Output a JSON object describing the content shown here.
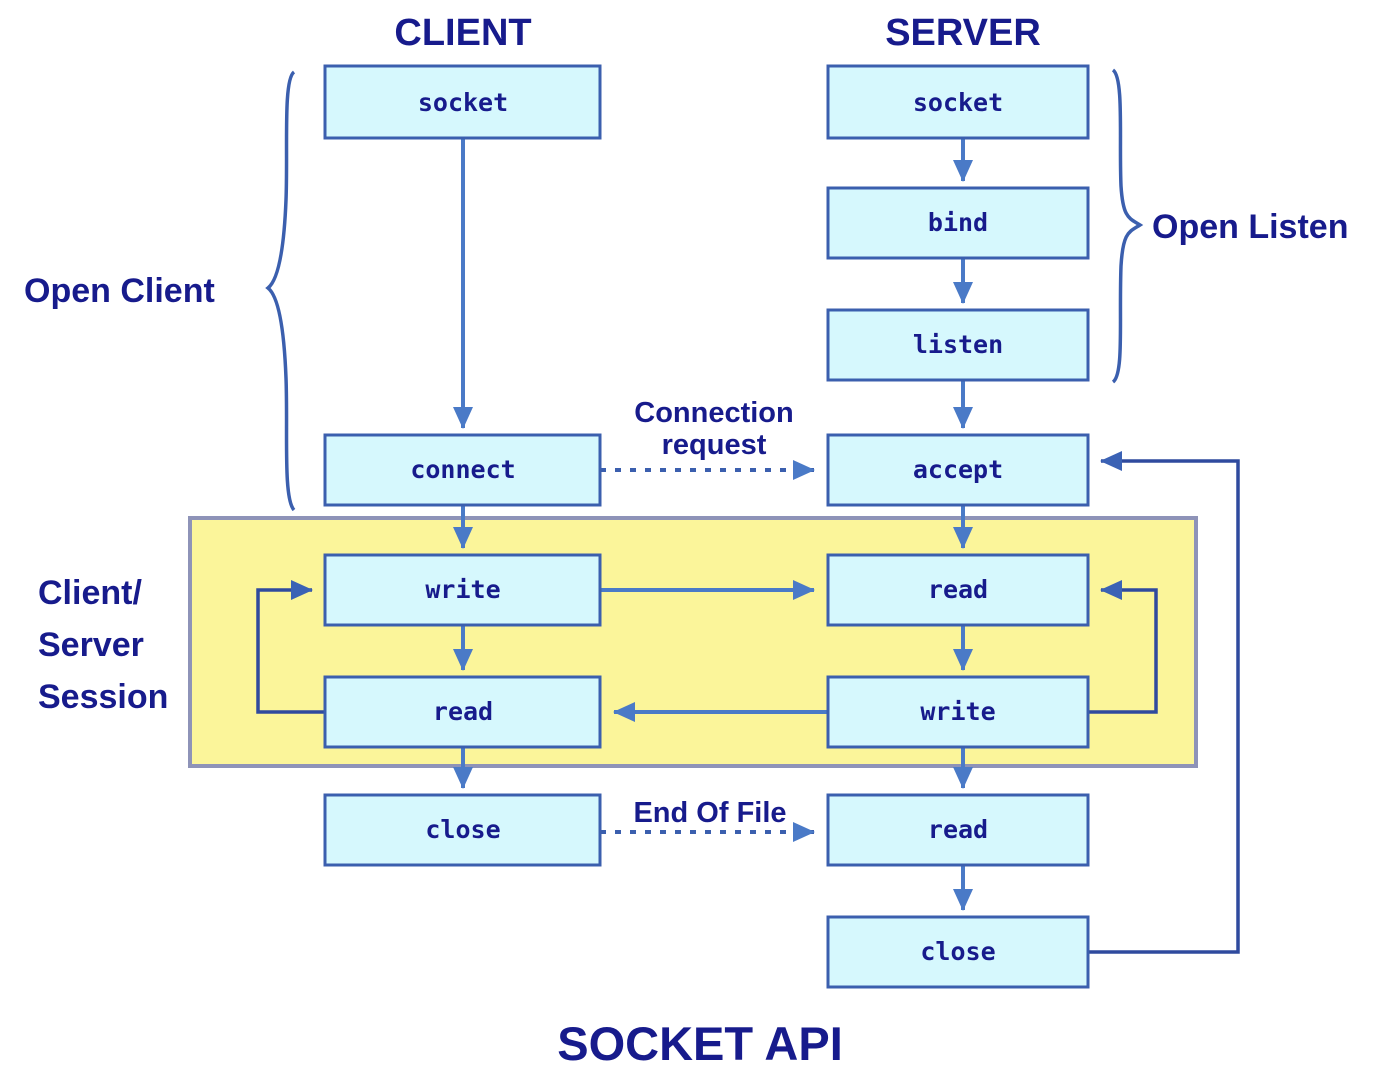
{
  "diagram": {
    "title": "SOCKET API",
    "columns": [
      {
        "id": "client",
        "label": "CLIENT"
      },
      {
        "id": "server",
        "label": "SERVER"
      }
    ],
    "colors": {
      "box_fill": "#d6f8fd",
      "box_stroke": "#3b5fae",
      "text": "#171b8c",
      "session_fill": "#fbf59a",
      "session_stroke": "#8e93b8",
      "arrow": "#4a7ac7",
      "background": "#ffffff"
    },
    "groups": [
      {
        "id": "open-client",
        "label": "Open Client",
        "side": "left",
        "members": [
          "client-socket",
          "client-connect"
        ]
      },
      {
        "id": "open-listen",
        "label": "Open Listen",
        "side": "right",
        "members": [
          "server-socket",
          "server-bind",
          "server-listen"
        ]
      },
      {
        "id": "session",
        "label": "Client/\nServer\nSession",
        "label_lines": [
          "Client/",
          "Server",
          "Session"
        ],
        "side": "left",
        "members": [
          "client-write",
          "client-read",
          "server-read",
          "server-write"
        ]
      }
    ],
    "nodes": [
      {
        "id": "client-socket",
        "label": "socket",
        "column": "client"
      },
      {
        "id": "client-connect",
        "label": "connect",
        "column": "client"
      },
      {
        "id": "client-write",
        "label": "write",
        "column": "client"
      },
      {
        "id": "client-read",
        "label": "read",
        "column": "client"
      },
      {
        "id": "client-close",
        "label": "close",
        "column": "client"
      },
      {
        "id": "server-socket",
        "label": "socket",
        "column": "server"
      },
      {
        "id": "server-bind",
        "label": "bind",
        "column": "server"
      },
      {
        "id": "server-listen",
        "label": "listen",
        "column": "server"
      },
      {
        "id": "server-accept",
        "label": "accept",
        "column": "server"
      },
      {
        "id": "server-read",
        "label": "read",
        "column": "server"
      },
      {
        "id": "server-write",
        "label": "write",
        "column": "server"
      },
      {
        "id": "server-read2",
        "label": "read",
        "column": "server"
      },
      {
        "id": "server-close",
        "label": "close",
        "column": "server"
      }
    ],
    "edges": [
      {
        "from": "client-socket",
        "to": "client-connect",
        "style": "solid",
        "label": ""
      },
      {
        "from": "client-connect",
        "to": "client-write",
        "style": "solid",
        "label": ""
      },
      {
        "from": "client-write",
        "to": "client-read",
        "style": "solid",
        "label": ""
      },
      {
        "from": "client-read",
        "to": "client-close",
        "style": "solid",
        "label": ""
      },
      {
        "from": "client-read",
        "to": "client-write",
        "style": "solid",
        "label": "",
        "kind": "loop"
      },
      {
        "from": "server-socket",
        "to": "server-bind",
        "style": "solid",
        "label": ""
      },
      {
        "from": "server-bind",
        "to": "server-listen",
        "style": "solid",
        "label": ""
      },
      {
        "from": "server-listen",
        "to": "server-accept",
        "style": "solid",
        "label": ""
      },
      {
        "from": "server-accept",
        "to": "server-read",
        "style": "solid",
        "label": ""
      },
      {
        "from": "server-read",
        "to": "server-write",
        "style": "solid",
        "label": ""
      },
      {
        "from": "server-write",
        "to": "server-read2",
        "style": "solid",
        "label": ""
      },
      {
        "from": "server-read2",
        "to": "server-close",
        "style": "solid",
        "label": ""
      },
      {
        "from": "server-write",
        "to": "server-read",
        "style": "solid",
        "label": "",
        "kind": "loop"
      },
      {
        "from": "server-close",
        "to": "server-accept",
        "style": "solid",
        "label": "",
        "kind": "loop"
      },
      {
        "from": "client-connect",
        "to": "server-accept",
        "style": "dashed",
        "label": "Connection request",
        "label_lines": [
          "Connection",
          "request"
        ]
      },
      {
        "from": "client-write",
        "to": "server-read",
        "style": "solid",
        "label": ""
      },
      {
        "from": "server-write",
        "to": "client-read",
        "style": "solid",
        "label": ""
      },
      {
        "from": "client-close",
        "to": "server-read2",
        "style": "dashed",
        "label": "End Of File",
        "label_lines": [
          "End Of File"
        ]
      }
    ]
  }
}
